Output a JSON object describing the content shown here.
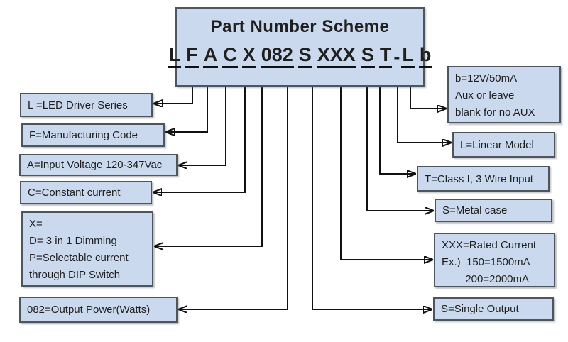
{
  "title": "Part Number Scheme",
  "part_number": {
    "groups": [
      "L",
      "F",
      "A",
      "C",
      "X",
      "082",
      "S",
      "XXX",
      "S",
      "T",
      "-",
      "L",
      "b"
    ]
  },
  "left_boxes": [
    {
      "text": "L =LED Driver Series"
    },
    {
      "text": "F=Manufacturing Code"
    },
    {
      "text": "A=Input Voltage 120-347Vac"
    },
    {
      "text": "C=Constant current"
    },
    {
      "text": "X=\nD= 3 in 1 Dimming\nP=Selectable current\nthrough DIP Switch"
    },
    {
      "text": "082=Output Power(Watts)"
    }
  ],
  "right_boxes": [
    {
      "text": "b=12V/50mA\nAux or leave\nblank for no AUX"
    },
    {
      "text": "L=Linear Model"
    },
    {
      "text": "T=Class I, 3 Wire Input"
    },
    {
      "text": "S=Metal case"
    },
    {
      "text": "XXX=Rated Current\nEx.)  150=1500mA\n        200=2000mA"
    },
    {
      "text": "S=Single Output"
    }
  ],
  "colors": {
    "box_fill": "#cbd9ee",
    "box_border": "#4d565f",
    "line": "#111111",
    "text": "#1f1f1f",
    "background": "#ffffff"
  }
}
